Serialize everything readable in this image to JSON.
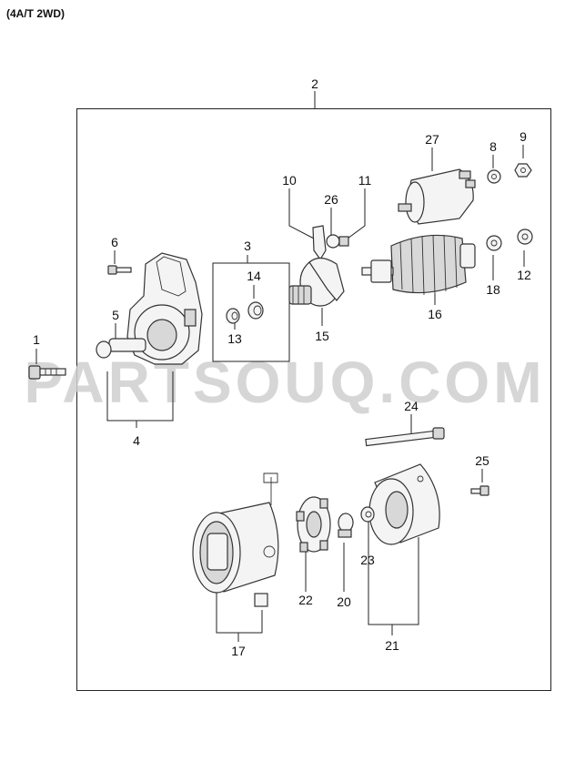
{
  "title": "(4A/T 2WD)",
  "watermark": "PARTSOUQ.COM",
  "labels": {
    "l1": "1",
    "l2": "2",
    "l3": "3",
    "l4": "4",
    "l5": "5",
    "l6": "6",
    "l8": "8",
    "l9": "9",
    "l10": "10",
    "l11": "11",
    "l12": "12",
    "l13": "13",
    "l14": "14",
    "l15": "15",
    "l16": "16",
    "l17": "17",
    "l18": "18",
    "l20": "20",
    "l21": "21",
    "l22": "22",
    "l23": "23",
    "l24": "24",
    "l25": "25",
    "l26": "26",
    "l27": "27"
  }
}
